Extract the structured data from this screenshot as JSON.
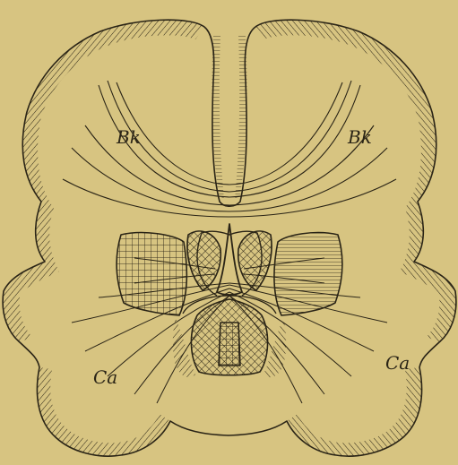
{
  "figure": {
    "background": "#d7c481",
    "ink": "#2a2416",
    "labels": {
      "bk_left": "Bk",
      "bk_right": "Bk",
      "ca_left": "Ca",
      "ca_right": "Ca"
    }
  }
}
